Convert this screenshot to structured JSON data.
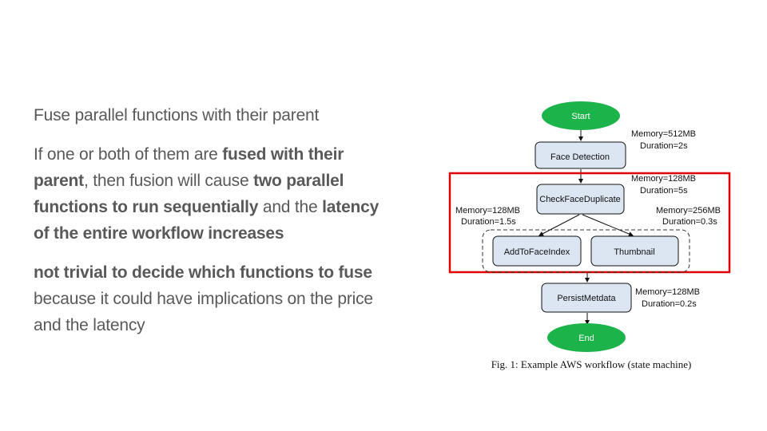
{
  "text": {
    "p1": "Fuse parallel functions with their parent",
    "p2": [
      {
        "t": "If one or both of them are ",
        "b": false
      },
      {
        "t": "fused with their parent",
        "b": true
      },
      {
        "t": ", then fusion will cause ",
        "b": false
      },
      {
        "t": "two parallel functions to run sequentially",
        "b": true
      },
      {
        "t": " and the ",
        "b": false
      },
      {
        "t": "latency of the entire workflow increases",
        "b": true
      }
    ],
    "p3": [
      {
        "t": "not trivial to decide which functions to fuse",
        "b": true
      },
      {
        "t": " because it could have implications on the price and the latency",
        "b": false
      }
    ]
  },
  "diagram": {
    "start": "Start",
    "end": "End",
    "nodes": {
      "face_detection": "Face Detection",
      "check_face_duplicate": "CheckFaceDuplicate",
      "add_to_face_index": "AddToFaceIndex",
      "thumbnail": "Thumbnail",
      "persist_metadata": "PersistMetdata"
    },
    "annotations": {
      "face_detection_mem": "Memory=512MB",
      "face_detection_dur": "Duration=2s",
      "check_mem": "Memory=128MB",
      "check_dur": "Duration=5s",
      "add_mem": "Memory=128MB",
      "add_dur": "Duration=1.5s",
      "thumb_mem": "Memory=256MB",
      "thumb_dur": "Duration=0.3s",
      "persist_mem": "Memory=128MB",
      "persist_dur": "Duration=0.2s"
    },
    "caption": "Fig. 1: Example AWS workflow (state machine)",
    "colors": {
      "terminal": "#1DB34B",
      "node_fill": "#DCE6F2",
      "highlight": "#E00000"
    }
  }
}
